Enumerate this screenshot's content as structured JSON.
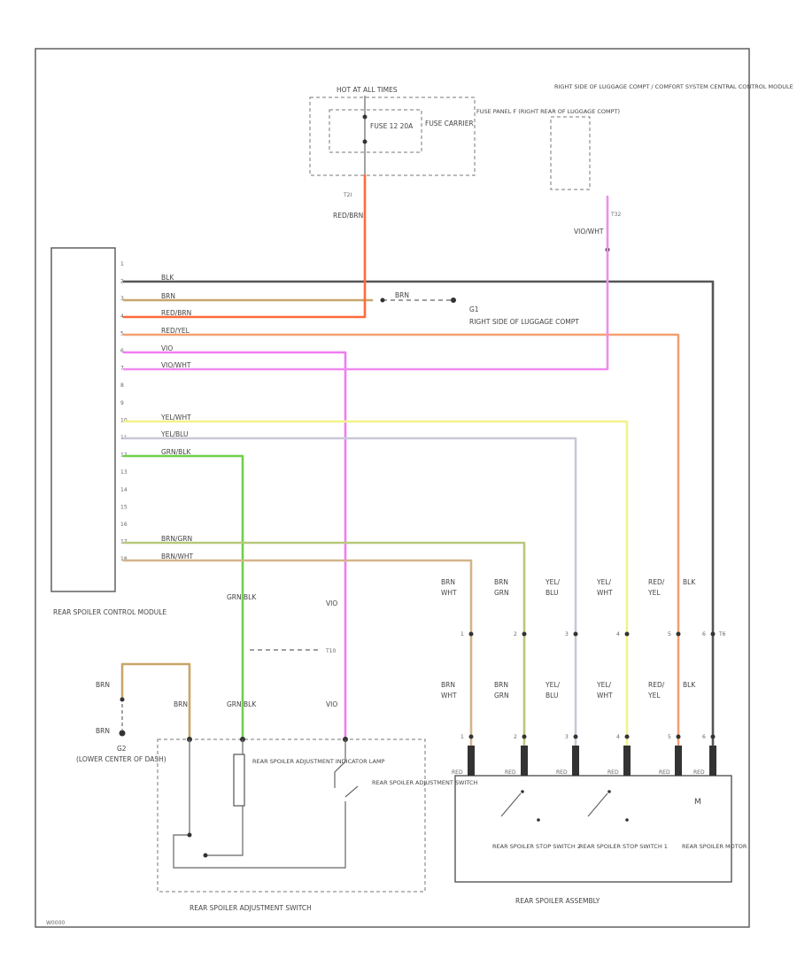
{
  "colors": {
    "black": "#555555",
    "brown": "#c8a66a",
    "red_brown": "#e8785a",
    "red_yellow": "#f4a070",
    "violet": "#f07df0",
    "violet_white": "#f08cf0",
    "yellow_white": "#f2f28a",
    "yellow_blue": "#c8c8d8",
    "green_black": "#6fd04a",
    "brown_green": "#b8c87a",
    "brown_white": "#d4b48a",
    "red_trunk": "#ff6a3a"
  },
  "fuse": {
    "hot_label": "HOT AT ALL TIMES",
    "fuse_label": "FUSE 12 20A",
    "carrier_label": "FUSE CARRIER",
    "panel_label": "FUSE PANEL F (RIGHT REAR OF LUGGAGE COMPT)",
    "connector": "T2I",
    "wire": "RED/BRN"
  },
  "comfort_module": {
    "label": "RIGHT SIDE OF LUGGAGE COMPT / COMFORT SYSTEM CENTRAL CONTROL MODULE",
    "connector": "T32",
    "wire": "VIO/WHT"
  },
  "control_module": {
    "label": "REAR SPOILER CONTROL MODULE",
    "pins": [
      "1",
      "2",
      "3",
      "4",
      "5",
      "6",
      "7",
      "8",
      "9",
      "10",
      "11",
      "12",
      "13",
      "14",
      "15",
      "16",
      "17",
      "18"
    ],
    "wires": [
      "BLK",
      "BRN",
      "RED/BRN",
      "RED/YEL",
      "VIO",
      "VIO/WHT",
      "YEL/WHT",
      "YEL/BLU",
      "GRN/BLK",
      "BRN/GRN",
      "BRN/WHT"
    ]
  },
  "ground": {
    "wire": "BRN",
    "id": "G1",
    "label": "RIGHT SIDE OF LUGGAGE COMPT"
  },
  "assembly": {
    "label": "REAR SPOILER ASSEMBLY",
    "connector": "T6",
    "wires_top": [
      "BRN WHT",
      "BRN GRN",
      "YEL/ BLU",
      "YEL/ WHT",
      "RED/ YEL",
      "BLK"
    ],
    "wires_bottom": [
      "BRN WHT",
      "BRN GRN",
      "YEL/ BLU",
      "YEL/ WHT",
      "RED/ YEL",
      "BLK"
    ],
    "inline_pins": [
      "1",
      "2",
      "3",
      "4",
      "5",
      "6"
    ],
    "terminals": [
      "RED",
      "RED",
      "RED",
      "RED",
      "RED",
      "RED"
    ],
    "switch2": "REAR SPOILER STOP SWITCH 2",
    "switch1": "REAR SPOILER STOP SWITCH 1",
    "motor_label": "REAR SPOILER MOTOR",
    "motor_symbol": "M"
  },
  "adjustment_switch": {
    "label": "REAR SPOILER ADJUSTMENT SWITCH",
    "lamp_label": "REAR SPOILER ADJUSTMENT INDICATOR LAMP",
    "switch_label": "REAR SPOILER ADJUSTMENT SWITCH",
    "wire_grnblk": "GRN BLK",
    "wire_vio": "VIO",
    "wire_brn": "BRN",
    "connector": "T10"
  },
  "left_ground": {
    "wire1": "BRN",
    "wire2": "BRN",
    "id": "G2",
    "label": "(LOWER CENTER OF DASH)"
  },
  "footer": "W0000"
}
